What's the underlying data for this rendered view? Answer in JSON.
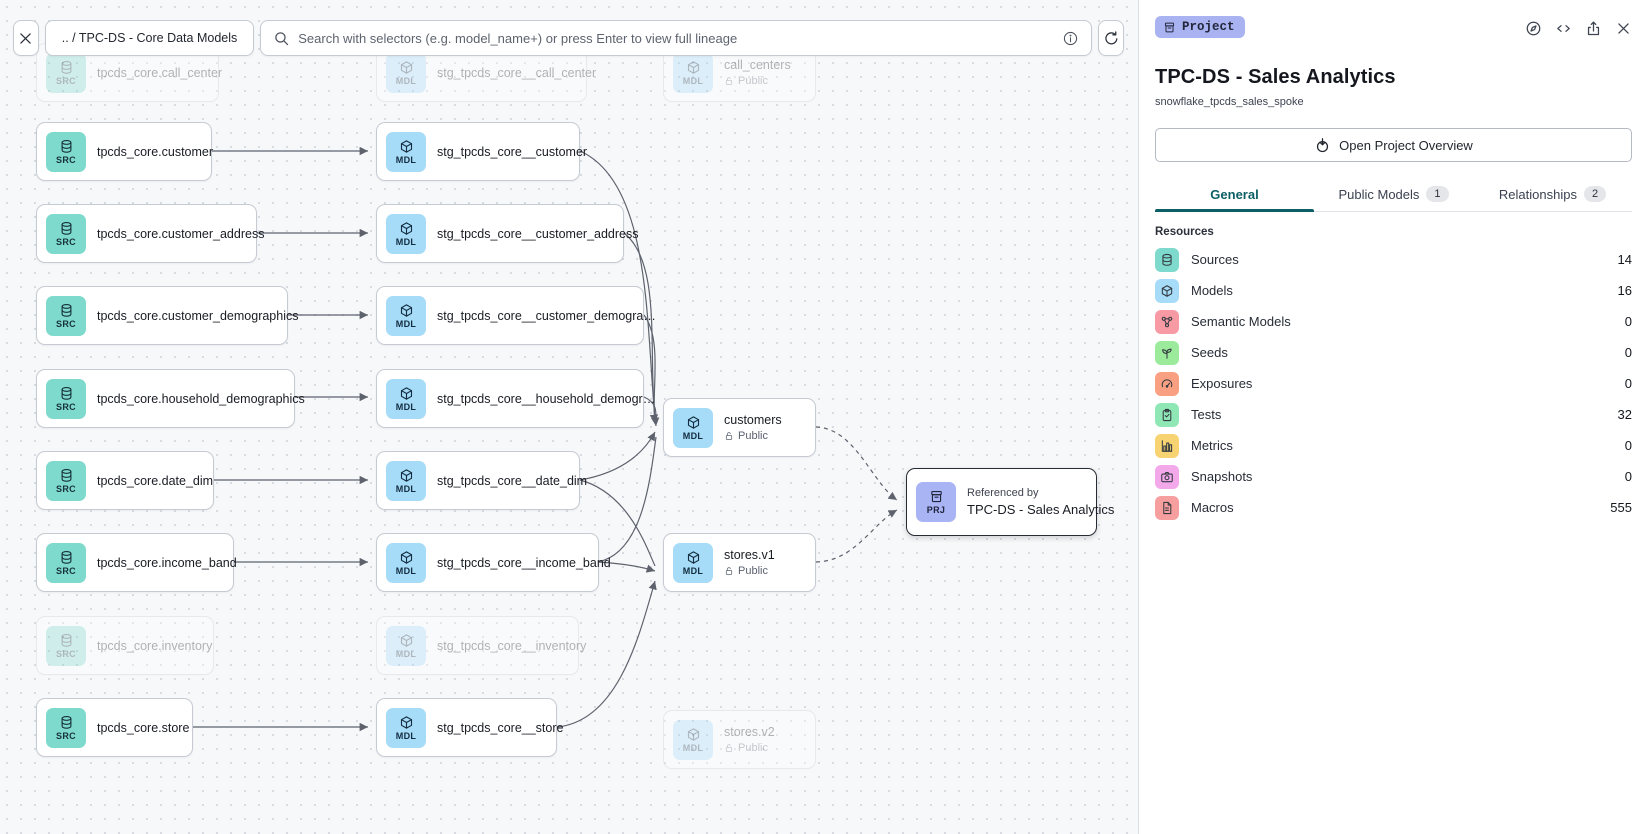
{
  "topbar": {
    "breadcrumb": ".. / TPC-DS - Core Data Models",
    "search_placeholder": "Search with selectors (e.g. model_name+) or press Enter to view full lineage"
  },
  "graph": {
    "nodes": [
      {
        "id": "src_call_center",
        "type": "src",
        "icon": "database",
        "badge": "SRC",
        "label": "tpcds_core.call_center",
        "faded": true
      },
      {
        "id": "src_customer",
        "type": "src",
        "icon": "database",
        "badge": "SRC",
        "label": "tpcds_core.customer"
      },
      {
        "id": "src_customer_address",
        "type": "src",
        "icon": "database",
        "badge": "SRC",
        "label": "tpcds_core.customer_address"
      },
      {
        "id": "src_customer_demographics",
        "type": "src",
        "icon": "database",
        "badge": "SRC",
        "label": "tpcds_core.customer_demographics"
      },
      {
        "id": "src_household_demographics",
        "type": "src",
        "icon": "database",
        "badge": "SRC",
        "label": "tpcds_core.household_demographics"
      },
      {
        "id": "src_date_dim",
        "type": "src",
        "icon": "database",
        "badge": "SRC",
        "label": "tpcds_core.date_dim"
      },
      {
        "id": "src_income_band",
        "type": "src",
        "icon": "database",
        "badge": "SRC",
        "label": "tpcds_core.income_band"
      },
      {
        "id": "src_inventory",
        "type": "src",
        "icon": "database",
        "badge": "SRC",
        "label": "tpcds_core.inventory",
        "faded": true
      },
      {
        "id": "src_store",
        "type": "src",
        "icon": "database",
        "badge": "SRC",
        "label": "tpcds_core.store"
      },
      {
        "id": "mdl_call_center",
        "type": "mdl",
        "icon": "cube",
        "badge": "MDL",
        "label": "stg_tpcds_core__call_center",
        "faded": true
      },
      {
        "id": "mdl_customer",
        "type": "mdl",
        "icon": "cube",
        "badge": "MDL",
        "label": "stg_tpcds_core__customer"
      },
      {
        "id": "mdl_customer_address",
        "type": "mdl",
        "icon": "cube",
        "badge": "MDL",
        "label": "stg_tpcds_core__customer_address"
      },
      {
        "id": "mdl_customer_demographics",
        "type": "mdl",
        "icon": "cube",
        "badge": "MDL",
        "label": "stg_tpcds_core__customer_demogra…"
      },
      {
        "id": "mdl_household_demographics",
        "type": "mdl",
        "icon": "cube",
        "badge": "MDL",
        "label": "stg_tpcds_core__household_demogr…"
      },
      {
        "id": "mdl_date_dim",
        "type": "mdl",
        "icon": "cube",
        "badge": "MDL",
        "label": "stg_tpcds_core__date_dim"
      },
      {
        "id": "mdl_income_band",
        "type": "mdl",
        "icon": "cube",
        "badge": "MDL",
        "label": "stg_tpcds_core__income_band"
      },
      {
        "id": "mdl_inventory",
        "type": "mdl",
        "icon": "cube",
        "badge": "MDL",
        "label": "stg_tpcds_core__inventory",
        "faded": true
      },
      {
        "id": "mdl_store",
        "type": "mdl",
        "icon": "cube",
        "badge": "MDL",
        "label": "stg_tpcds_core__store"
      },
      {
        "id": "pub_call_centers",
        "type": "pub",
        "icon": "cube",
        "badge": "MDL",
        "label": "call_centers",
        "visibility": "Public",
        "faded": true
      },
      {
        "id": "pub_customers",
        "type": "pub",
        "icon": "cube",
        "badge": "MDL",
        "label": "customers",
        "visibility": "Public"
      },
      {
        "id": "pub_stores_v1",
        "type": "pub",
        "icon": "cube",
        "badge": "MDL",
        "label": "stores.v1",
        "visibility": "Public"
      },
      {
        "id": "pub_stores_v2",
        "type": "pub",
        "icon": "cube",
        "badge": "MDL",
        "label": "stores.v2",
        "visibility": "Public",
        "faded": true
      },
      {
        "id": "prj_sales",
        "type": "prj",
        "icon": "project",
        "badge": "PRJ",
        "sub": "Referenced by",
        "label": "TPC-DS - Sales Analytics",
        "selected": true
      }
    ]
  },
  "panel": {
    "badge_label": "Project",
    "title": "TPC-DS - Sales Analytics",
    "subtitle": "snowflake_tpcds_sales_spoke",
    "overview_button": "Open Project Overview",
    "tabs": [
      {
        "label": "General",
        "active": true
      },
      {
        "label": "Public Models",
        "badge": "1"
      },
      {
        "label": "Relationships",
        "badge": "2"
      }
    ],
    "resources_header": "Resources",
    "resources": [
      {
        "label": "Sources",
        "count": "14",
        "icon": "database",
        "color": "#7edacc"
      },
      {
        "label": "Models",
        "count": "16",
        "icon": "cube",
        "color": "#a6dcf8"
      },
      {
        "label": "Semantic Models",
        "count": "0",
        "icon": "semantic",
        "color": "#f89aa4"
      },
      {
        "label": "Seeds",
        "count": "0",
        "icon": "seed",
        "color": "#9cea9c"
      },
      {
        "label": "Exposures",
        "count": "0",
        "icon": "gauge",
        "color": "#f9a083"
      },
      {
        "label": "Tests",
        "count": "32",
        "icon": "clipboard-check",
        "color": "#8fe7b6"
      },
      {
        "label": "Metrics",
        "count": "0",
        "icon": "bar-chart",
        "color": "#f7d372"
      },
      {
        "label": "Snapshots",
        "count": "0",
        "icon": "camera",
        "color": "#f3a8ea"
      },
      {
        "label": "Macros",
        "count": "555",
        "icon": "file",
        "color": "#f79f9f"
      }
    ]
  }
}
